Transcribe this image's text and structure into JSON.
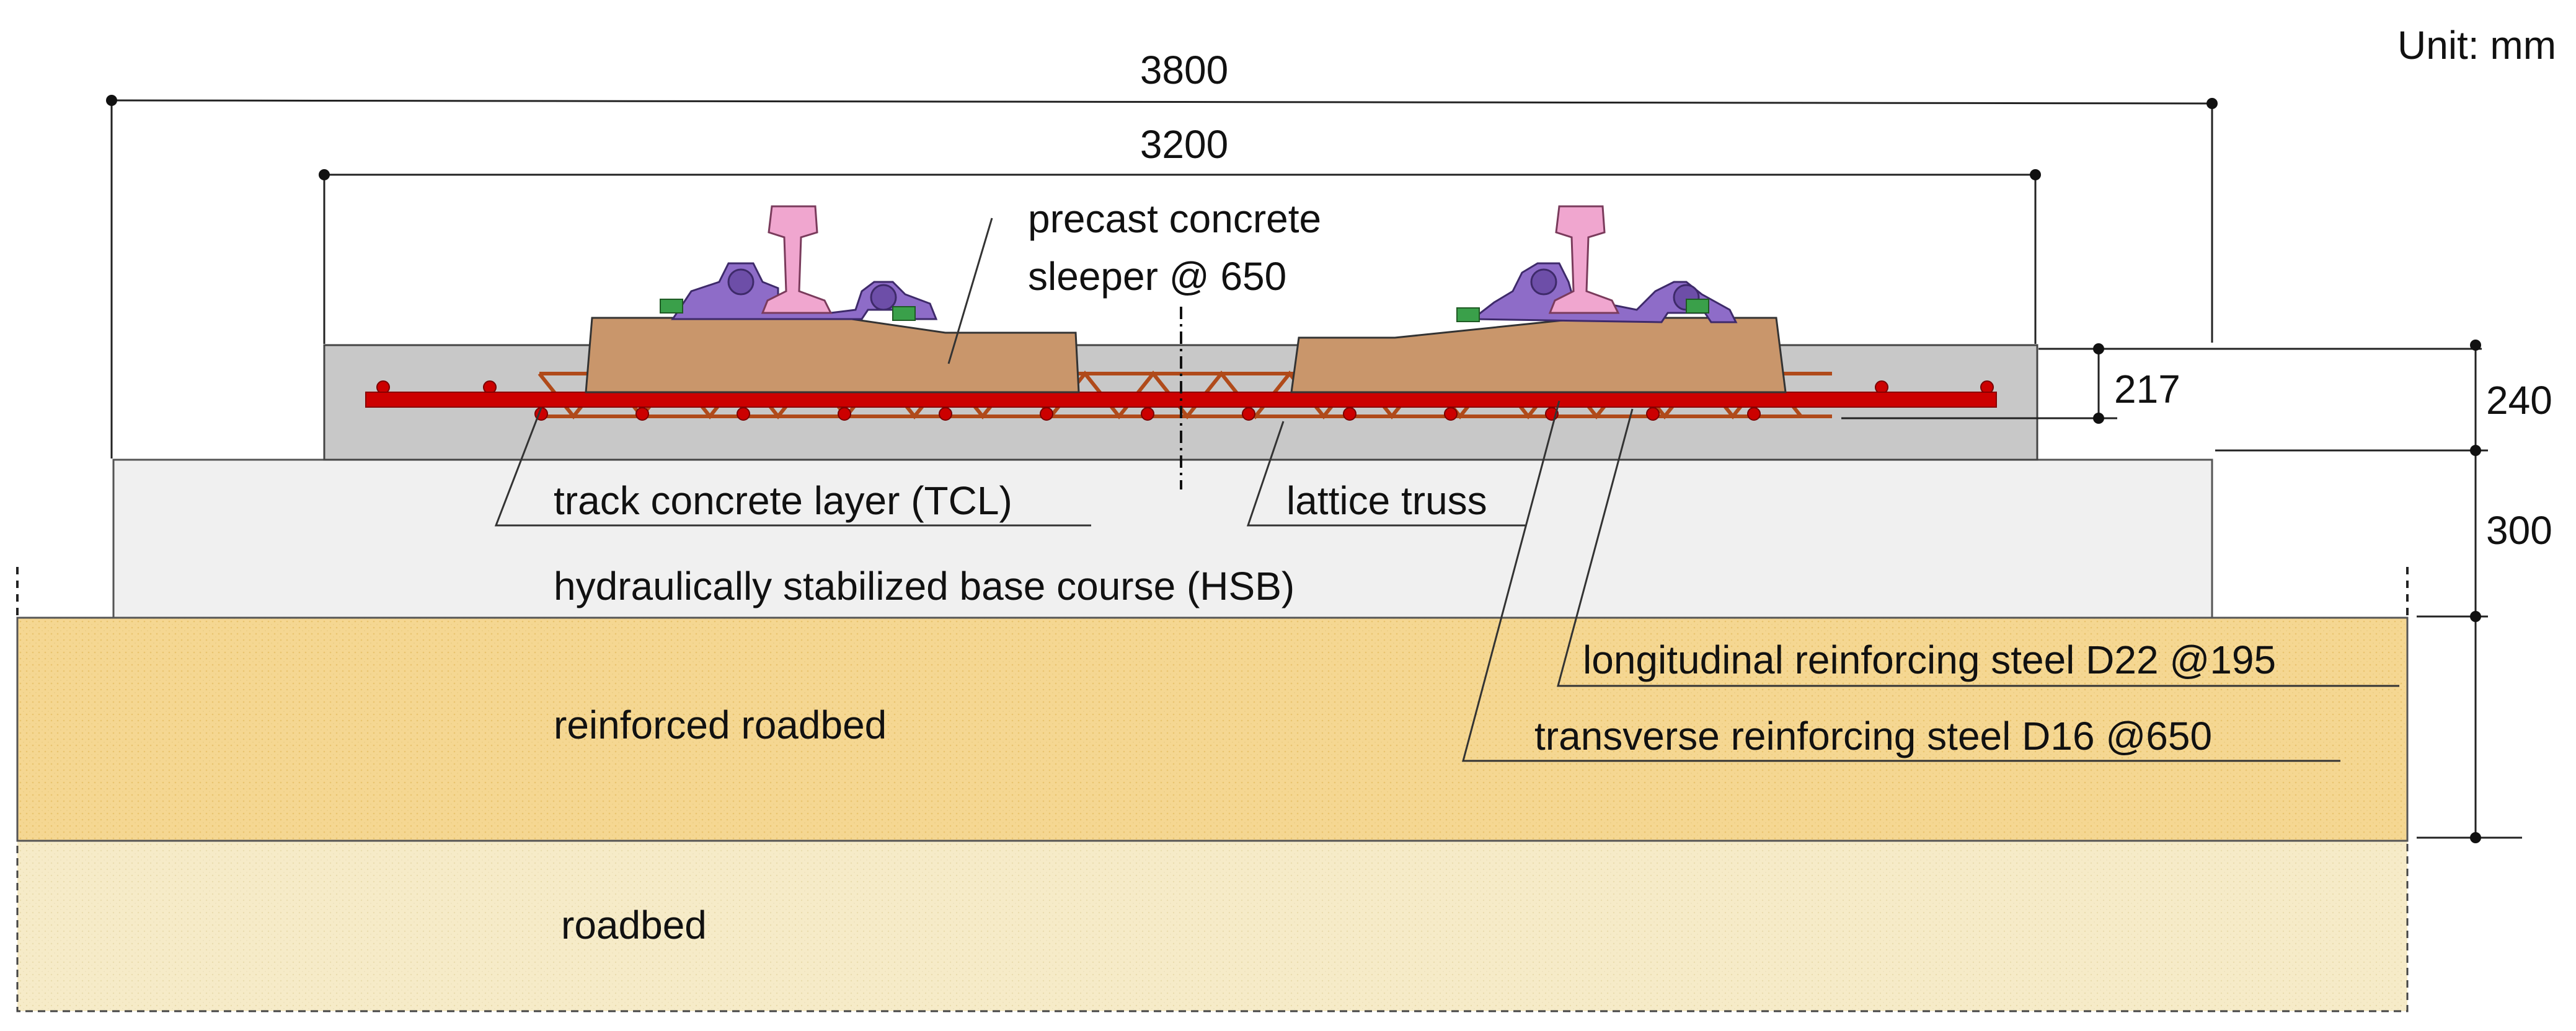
{
  "unit_label": "Unit: mm",
  "dimensions": {
    "overall_width": "3800",
    "tcl_width": "3200",
    "rebar_depth": "217",
    "tcl_thickness": "240",
    "hsb_thickness": "300"
  },
  "labels": {
    "sleeper_line1": "precast concrete",
    "sleeper_line2": "sleeper @ 650",
    "tcl": "track concrete layer (TCL)",
    "lattice": "lattice truss",
    "hsb": "hydraulically stabilized base course (HSB)",
    "longitudinal": "longitudinal reinforcing steel D22 @195",
    "transverse": "transverse reinforcing steel D16 @650",
    "reinforced_roadbed": "reinforced roadbed",
    "roadbed": "roadbed"
  },
  "colors": {
    "tcl": "#c8c8c8",
    "hsb": "#f0f0f0",
    "reinforced_roadbed": "#f5d792",
    "roadbed": "#f6ebc8",
    "sleeper": "#c9966b",
    "rail": "#f0a6cf",
    "fastening": "#8e6cc8",
    "rebar": "#cc0000",
    "truss": "#b04a1a"
  },
  "icons": [
    "rail-icon",
    "fastening-icon"
  ]
}
